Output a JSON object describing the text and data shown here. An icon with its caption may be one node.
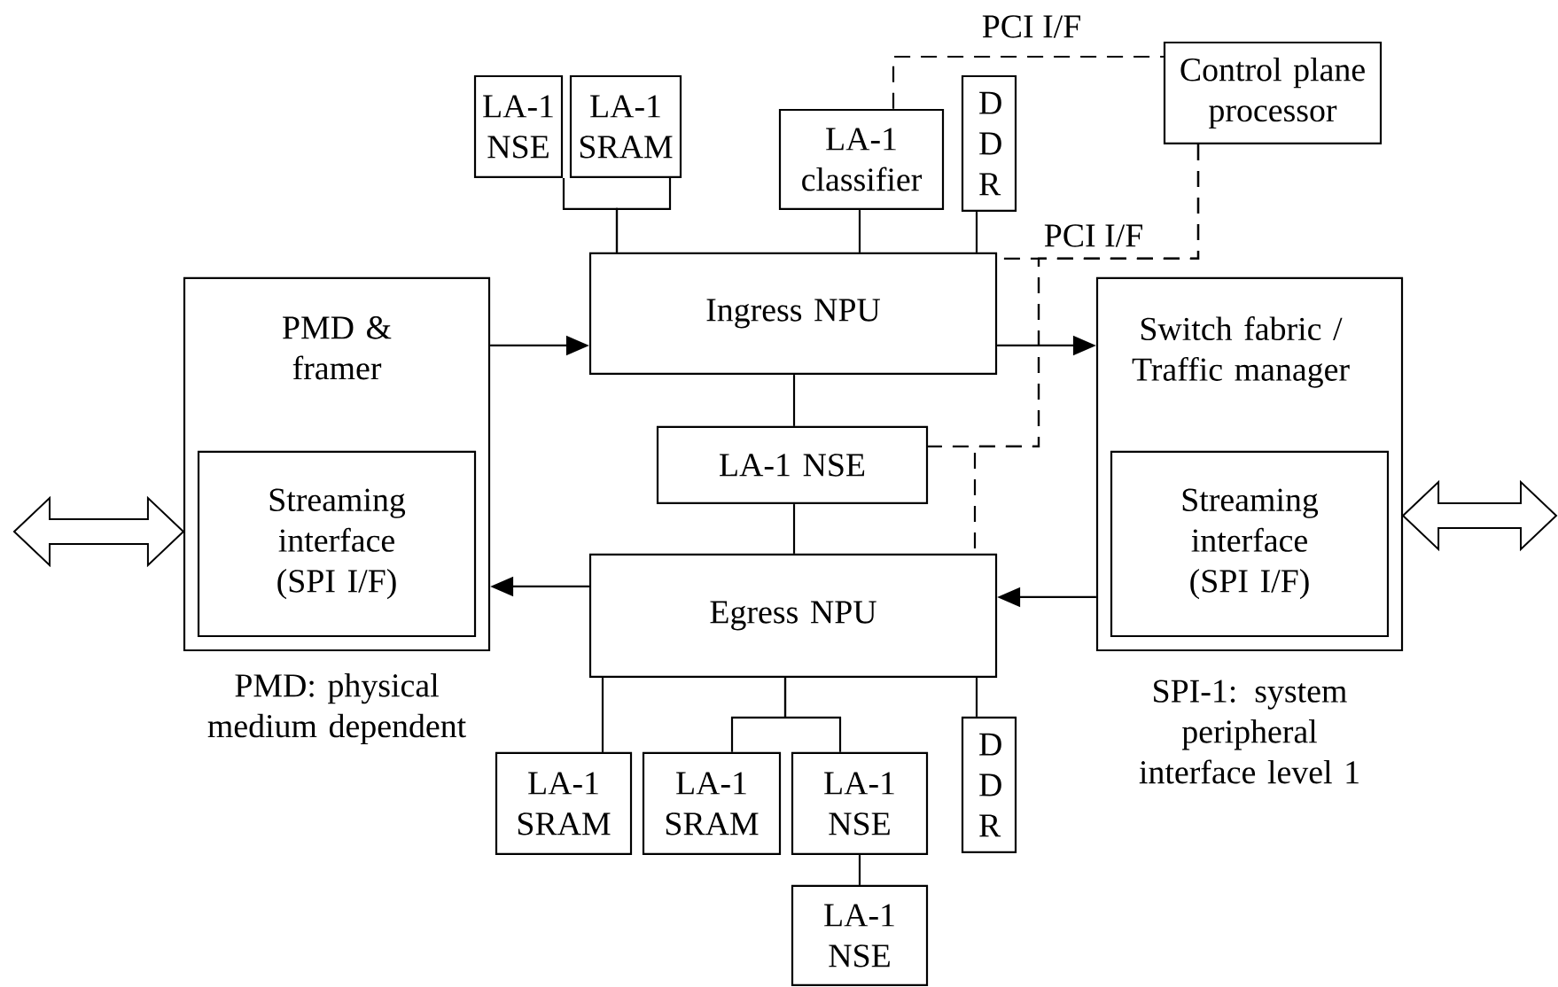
{
  "diagram": {
    "nodes": [
      {
        "text": [
          "LA-1 NSE"
        ]
      },
      {
        "text": [
          "LA-1 SRAM"
        ]
      },
      {
        "text": [
          "LA-1 classifier"
        ]
      },
      {
        "text": [
          "D D R"
        ]
      },
      {
        "text": [
          "Control plane processor"
        ]
      },
      {
        "text": [
          "Ingress NPU"
        ]
      },
      {
        "text": [
          "PMD & framer"
        ]
      },
      {
        "text": [
          "Streaming interface (SPI I/F)"
        ],
        "in": 6
      },
      {
        "text": [
          "LA-1 NSE"
        ]
      },
      {
        "text": [
          "Switch fabric / Traffic manager"
        ]
      },
      {
        "text": [
          "Streaming interface (SPI I/F)"
        ],
        "in": 9
      },
      {
        "text": [
          "Egress NPU"
        ]
      },
      {
        "text": [
          "LA-1 SRAM"
        ]
      },
      {
        "text": [
          "LA-1 SRAM"
        ]
      },
      {
        "text": [
          "LA-1 NSE"
        ]
      },
      {
        "text": [
          "D D R"
        ]
      },
      {
        "text": [
          "LA-1 NSE"
        ]
      }
    ],
    "edges": [
      {
        "from": 6,
        "to": 5,
        "arrow": "to"
      },
      {
        "from": 5,
        "to": 9,
        "arrow": "to"
      },
      {
        "from": 9,
        "to": 11,
        "arrow": "to"
      },
      {
        "from": 11,
        "to": 6,
        "arrow": "to"
      },
      {
        "from": 0,
        "to": 5,
        "arrow": "none"
      },
      {
        "from": 1,
        "to": 5,
        "arrow": "none"
      },
      {
        "from": 2,
        "to": 5,
        "arrow": "none"
      },
      {
        "from": 3,
        "to": 5,
        "arrow": "none"
      },
      {
        "from": 5,
        "to": 8,
        "arrow": "none"
      },
      {
        "from": 8,
        "to": 11,
        "arrow": "none"
      },
      {
        "from": 11,
        "to": 12,
        "arrow": "none"
      },
      {
        "from": 11,
        "to": 13,
        "arrow": "none"
      },
      {
        "from": 11,
        "to": 14,
        "arrow": "none"
      },
      {
        "from": 11,
        "to": 15,
        "arrow": "none"
      },
      {
        "from": 14,
        "to": 16,
        "arrow": "none"
      },
      {
        "from": 2,
        "to": 4,
        "arrow": "none",
        "style": "dashed",
        "label": "PCI  I/F"
      },
      {
        "from": 4,
        "to": 5,
        "arrow": "none",
        "style": "dashed",
        "label": "PCI I/F"
      },
      {
        "from": 4,
        "to": 8,
        "arrow": "none",
        "style": "dashed"
      },
      {
        "from": 4,
        "to": 11,
        "arrow": "none",
        "style": "dashed"
      },
      {
        "from": null,
        "to": 6,
        "arrow": "both",
        "style": "thick"
      },
      {
        "from": 9,
        "to": null,
        "arrow": "both",
        "style": "thick"
      }
    ],
    "labels": [
      "PMD: physical medium dependent",
      "SPI-1: system peripheral interface level 1"
    ]
  }
}
